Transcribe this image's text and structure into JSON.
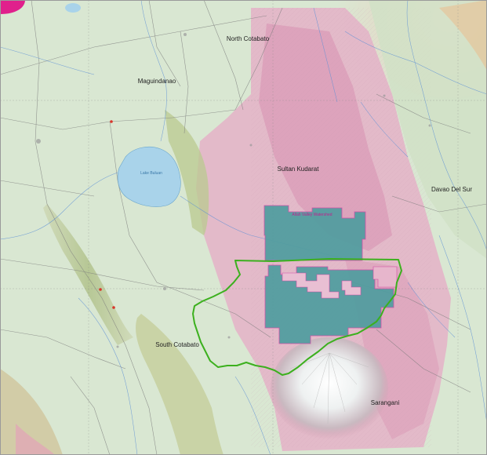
{
  "map": {
    "regions": {
      "north_cotabato": "North Cotabato",
      "maguindanao": "Maguindanao",
      "sultan_kudarat": "Sultan Kudarat",
      "davao_del_sur": "Davao Del Sur",
      "south_cotabato": "South Cotabato",
      "sarangani": "Sarangani"
    },
    "features": {
      "lake_label": "Lake Buluan",
      "protected_area_label": "Allah Valley Watershed"
    },
    "colors": {
      "lowland": "#d8e6cf",
      "highland_pink": "#e3a7c3",
      "protected_area_fill": "#4f9d9f",
      "watershed_outline": "#3cb01e",
      "lake": "#a9d3ea",
      "river": "#5b8fd6",
      "road": "#6e6e6e"
    },
    "corner_marker_color": "#e0208c"
  }
}
